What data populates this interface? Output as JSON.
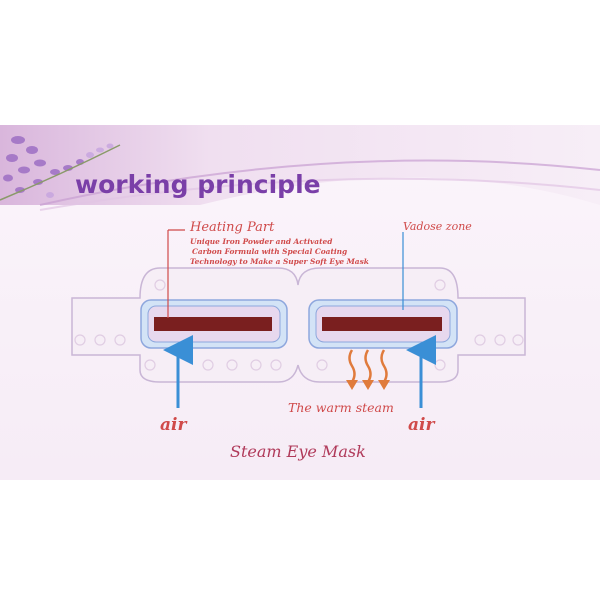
{
  "header": {
    "title": "working principle",
    "title_color": "#7a3fa8",
    "band_color": "#e8cfe6"
  },
  "labels": {
    "heating_part": "Heating Part",
    "heating_desc": [
      "Unique Iron Powder and Activated",
      "Carbon Formula with Special Coating",
      "Technology to Make a Super Soft Eye Mask"
    ],
    "vadose_zone": "Vadose zone",
    "warm_steam": "The warm steam",
    "air_left": "air",
    "air_right": "air",
    "caption": "Steam Eye Mask"
  },
  "colors": {
    "label_red": "#d04a4a",
    "caption": "#b03a5a",
    "heating_strip": "#7a1f1f",
    "arrow_blue": "#3a8fd6",
    "steam_orange": "#e07b3c",
    "mask_fill": "#f6eef6",
    "mask_stroke": "#c9b6d6",
    "pad_stroke": "#8ea7dd",
    "pad_fill": "#e7d8ee",
    "bed_fill": "#d3e3f6"
  }
}
